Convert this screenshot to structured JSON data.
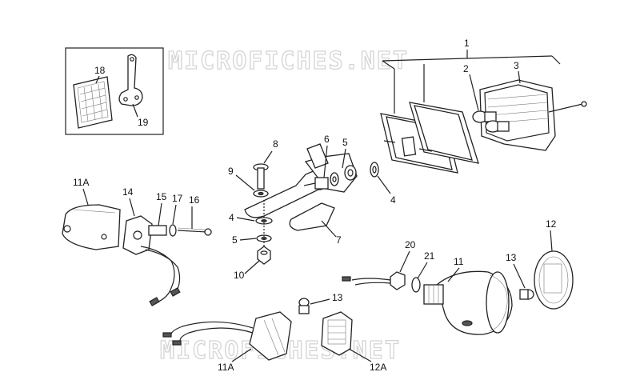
{
  "watermark": "MICROFICHES.NET",
  "labels": {
    "l1": "1",
    "l2": "2",
    "l3": "3",
    "l4a": "4",
    "l4b": "4",
    "l5a": "5",
    "l5b": "5",
    "l6": "6",
    "l7": "7",
    "l8": "8",
    "l9": "9",
    "l10": "10",
    "l11": "11",
    "l11a_top": "11A",
    "l11a_bottom": "11A",
    "l12": "12",
    "l12a": "12A",
    "l13a": "13",
    "l13b": "13",
    "l14": "14",
    "l15": "15",
    "l16": "16",
    "l17": "17",
    "l18": "18",
    "l19": "19",
    "l20": "20",
    "l21": "21"
  },
  "colors": {
    "line": "#222222",
    "watermark": "#d4d4d4"
  }
}
